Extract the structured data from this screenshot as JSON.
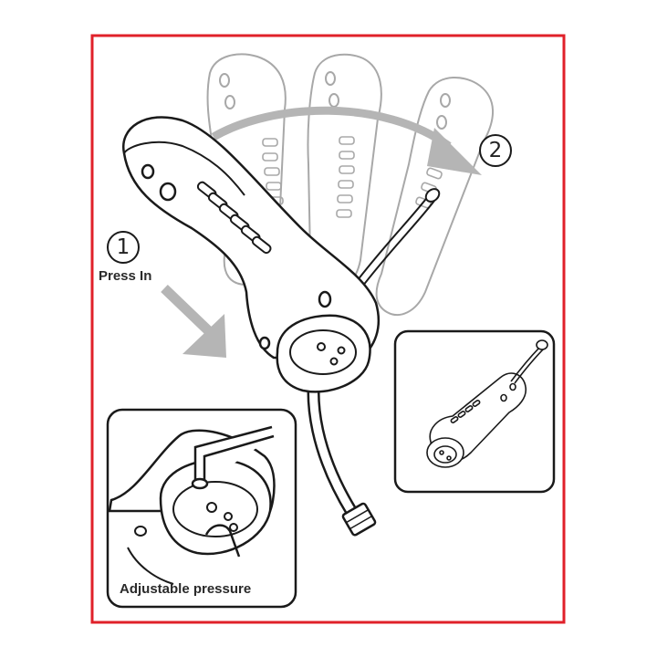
{
  "colors": {
    "frame_border": "#e0202a",
    "line": "#1a1a1a",
    "ghost_line": "#a8a8a8",
    "arrow_gray": "#b5b5b5"
  },
  "steps": [
    {
      "number": "1",
      "label": "Press In"
    },
    {
      "number": "2"
    }
  ],
  "inset_left": {
    "caption": "Adjustable pressure"
  },
  "icons": [
    "press-arrow",
    "rotate-arrow",
    "hex-key",
    "brake-hose"
  ]
}
